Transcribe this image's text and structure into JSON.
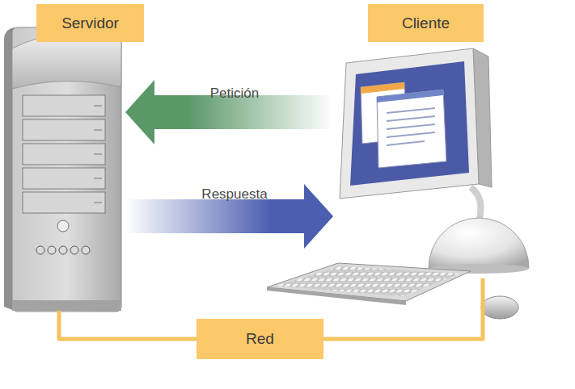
{
  "diagram": {
    "nodes": [
      {
        "text": [
          "Servidor"
        ]
      },
      {
        "text": [
          "Cliente"
        ]
      }
    ],
    "edges": [
      {
        "from": 1,
        "to": 0,
        "arrow": "to",
        "label": "Petición"
      },
      {
        "from": 0,
        "to": 1,
        "arrow": "to",
        "label": "Respuesta"
      },
      {
        "from": 0,
        "to": 1,
        "arrow": "none",
        "label": "Red"
      }
    ]
  }
}
